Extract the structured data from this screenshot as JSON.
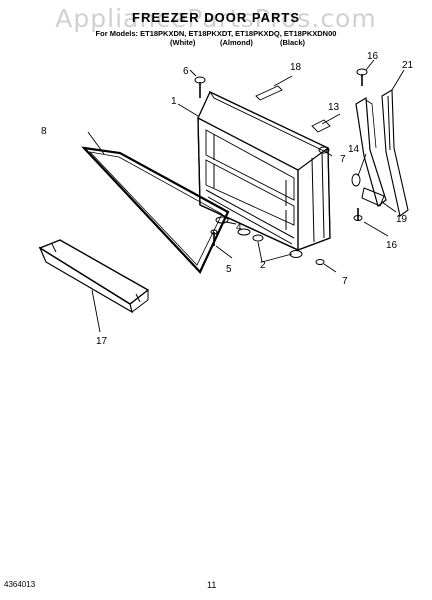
{
  "watermark": "AppliancePartsPros.com",
  "title": "FREEZER DOOR PARTS",
  "models_line": "For Models: ET18PKXDN, ET18PKXDT, ET18PKXDQ, ET18PKXDN00",
  "colors": [
    "(White)",
    "(Almond)",
    "(Black)"
  ],
  "callouts": {
    "c1": "1",
    "c2": "2",
    "c4": "4",
    "c5": "5",
    "c6": "6",
    "c7a": "7",
    "c7b": "7",
    "c8": "8",
    "c13": "13",
    "c14": "14",
    "c16a": "16",
    "c16b": "16",
    "c17": "17",
    "c18": "18",
    "c19": "19",
    "c21": "21"
  },
  "footer": {
    "doc_number": "4364013",
    "page": "11"
  }
}
